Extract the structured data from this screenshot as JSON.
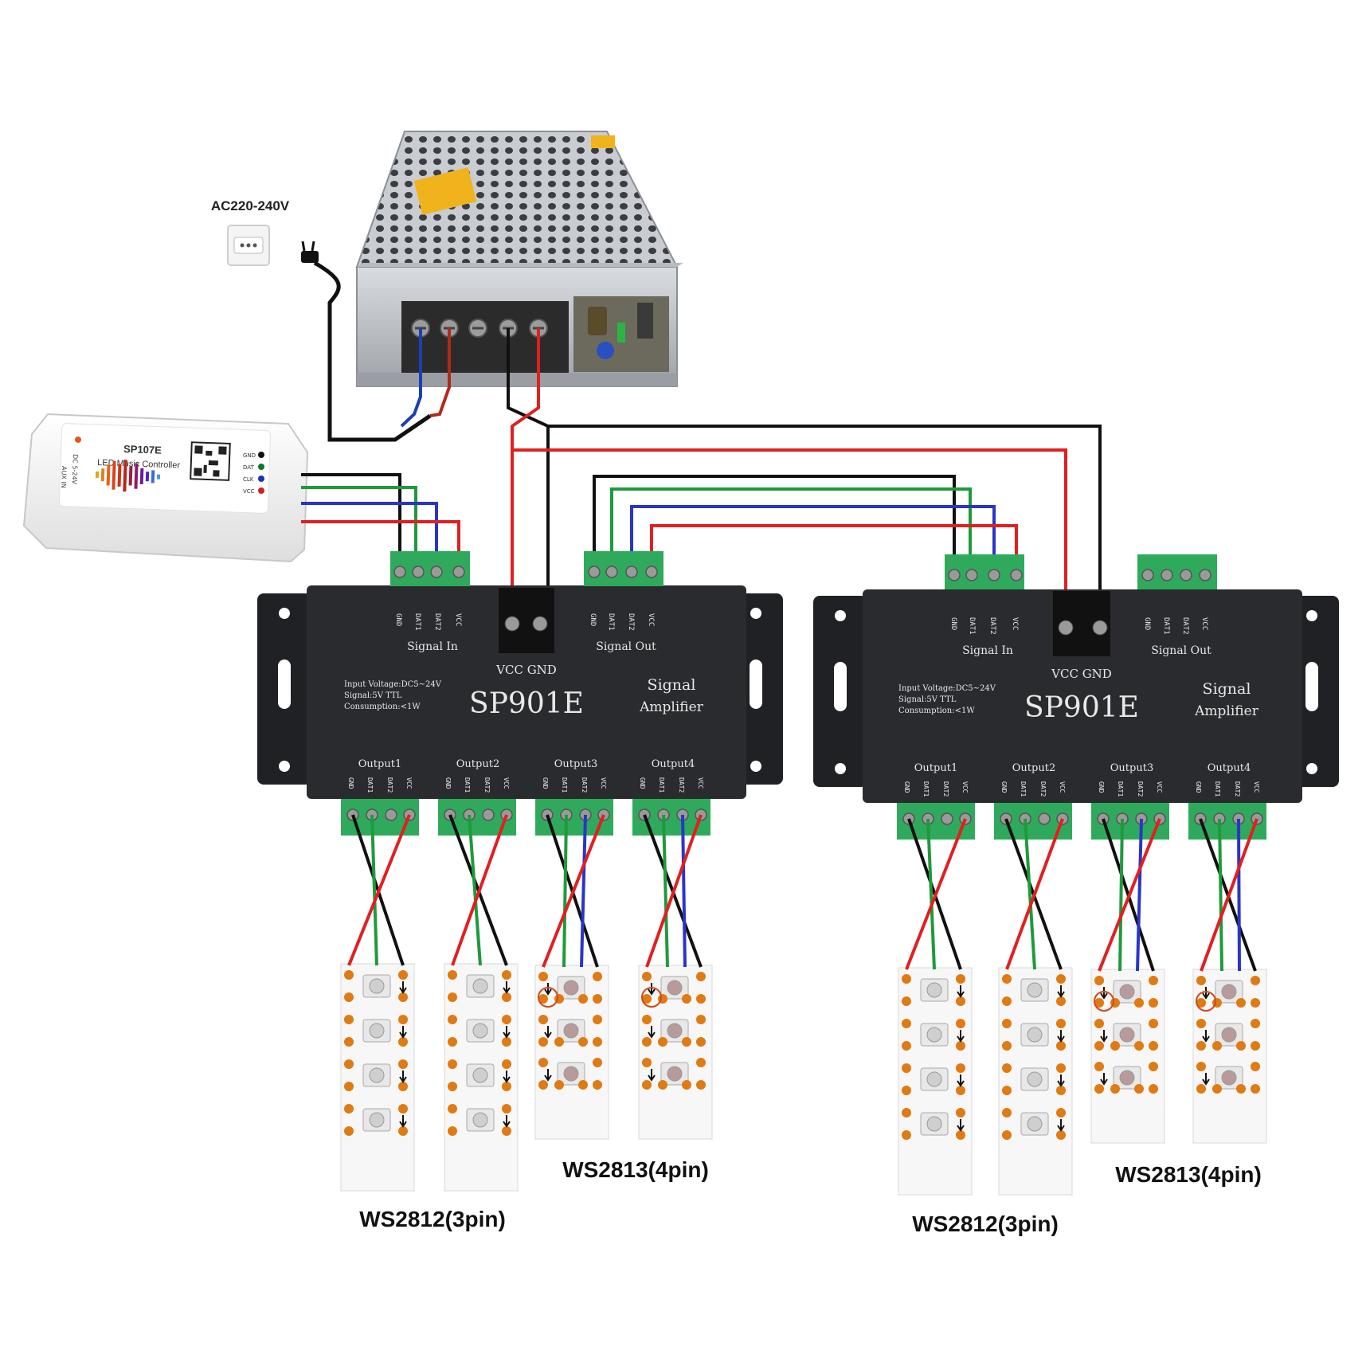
{
  "mains": {
    "label": "AC220-240V"
  },
  "controller": {
    "model": "SP107E",
    "subtitle": "LED Music Controller",
    "input_label": "DC 5-24V",
    "aux_label": "AUX IN",
    "pins": [
      "GND",
      "DAT",
      "CLK",
      "VCC"
    ],
    "pin_colors": [
      "#111111",
      "#0a7a2a",
      "#1f2fb8",
      "#d21f1f"
    ]
  },
  "amplifiers": [
    {
      "model": "SP901E",
      "type_line1": "Signal",
      "type_line2": "Amplifier",
      "power_label": "VCC GND",
      "signal_in_label": "Signal In",
      "signal_out_label": "Signal Out",
      "header_pins": [
        "GND",
        "DAT1",
        "DAT2",
        "VCC"
      ],
      "spec_lines": [
        "Input Voltage:DC5~24V",
        "Signal:5V TTL",
        "Consumption:<1W"
      ],
      "outputs": [
        "Output1",
        "Output2",
        "Output3",
        "Output4"
      ]
    },
    {
      "model": "SP901E",
      "type_line1": "Signal",
      "type_line2": "Amplifier",
      "power_label": "VCC GND",
      "signal_in_label": "Signal In",
      "signal_out_label": "Signal Out",
      "header_pins": [
        "GND",
        "DAT1",
        "DAT2",
        "VCC"
      ],
      "spec_lines": [
        "Input Voltage:DC5~24V",
        "Signal:5V TTL",
        "Consumption:<1W"
      ],
      "outputs": [
        "Output1",
        "Output2",
        "Output3",
        "Output4"
      ]
    }
  ],
  "strip_groups": [
    {
      "label": "WS2812(3pin)"
    },
    {
      "label": "WS2813(4pin)"
    },
    {
      "label": "WS2812(3pin)"
    },
    {
      "label": "WS2813(4pin)"
    }
  ],
  "wire_colors": {
    "gnd": "#111111",
    "data1": "#1f9a3b",
    "data2": "#2a35c8",
    "vcc": "#e02020",
    "mains_n": "#1a3fb5",
    "mains_l": "#b02a1a"
  }
}
